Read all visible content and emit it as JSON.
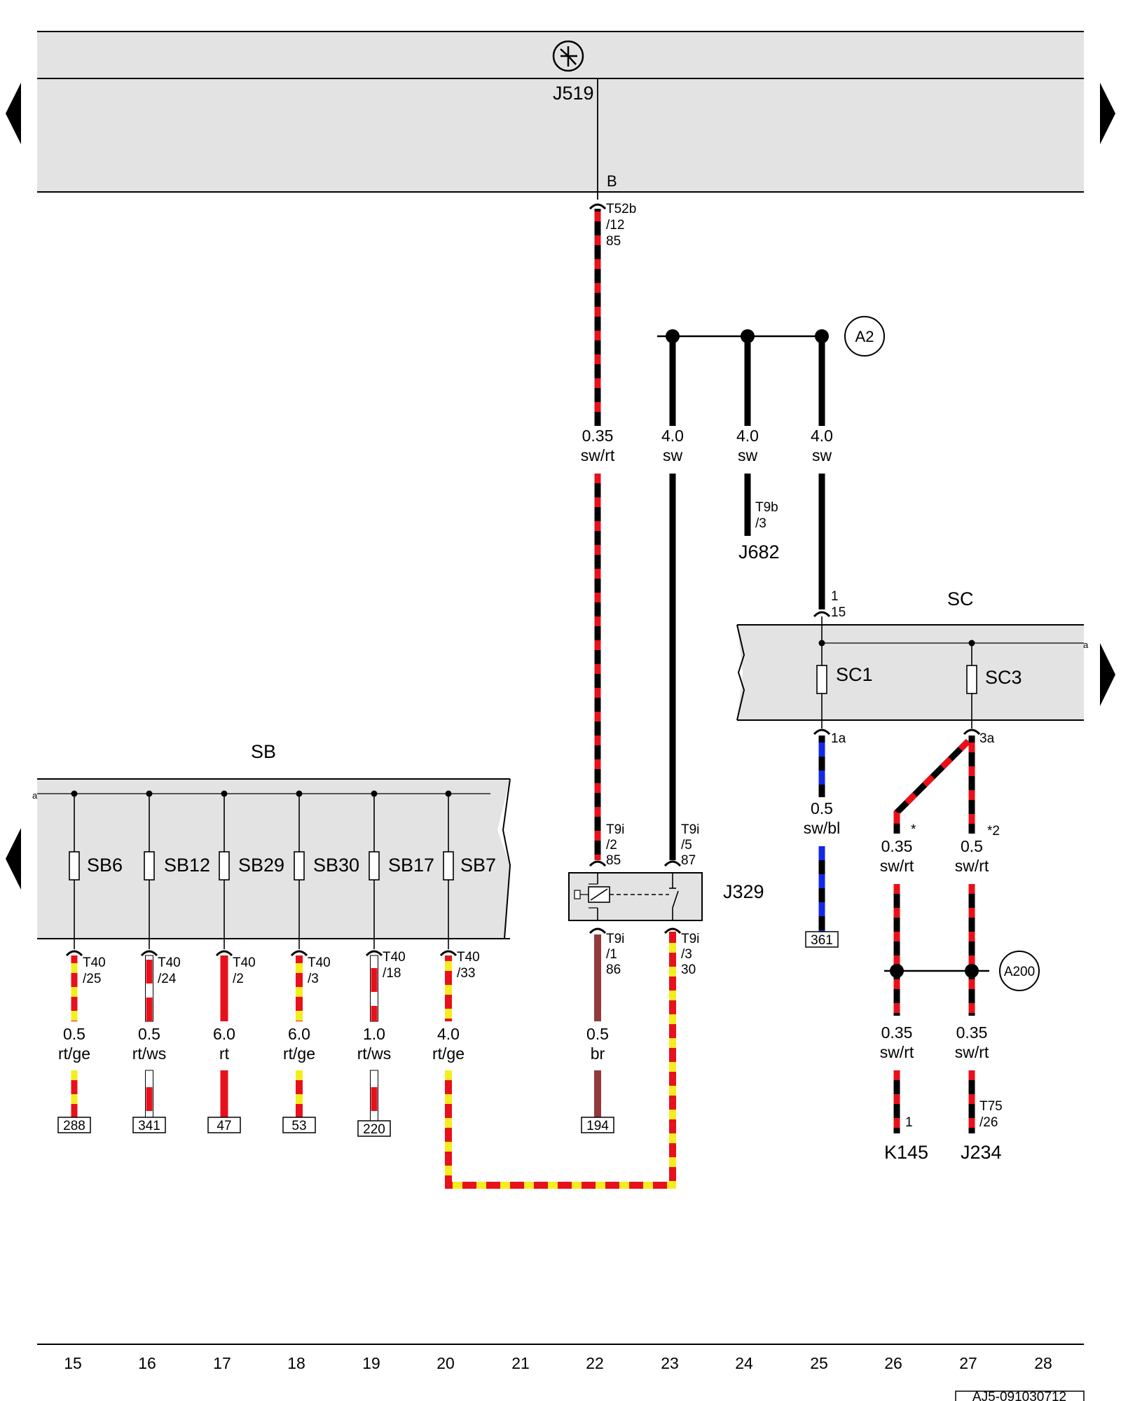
{
  "top_module": {
    "name": "J519",
    "pin": "B",
    "connector": "T52b",
    "pin_no": "/12",
    "terminal": "85"
  },
  "node_A2": "A2",
  "node_A200": "A200",
  "wires_mid": [
    {
      "size": "0.35",
      "color": "sw/rt"
    },
    {
      "size": "4.0",
      "color": "sw"
    },
    {
      "size": "4.0",
      "color": "sw"
    },
    {
      "size": "4.0",
      "color": "sw"
    }
  ],
  "J682": {
    "name": "J682",
    "connector": "T9b",
    "pin": "/3"
  },
  "SC": {
    "title": "SC",
    "pin_in_top": "1",
    "pin_in_bot": "15",
    "fuse1": "SC1",
    "fuse3": "SC3",
    "pin1": "1a",
    "pin3": "3a",
    "rail": "a"
  },
  "SC_out": {
    "w25": {
      "size": "0.5",
      "color": "sw/bl",
      "ref": "361"
    },
    "w26": {
      "size": "0.35",
      "color": "sw/rt",
      "note": "*"
    },
    "w27": {
      "size": "0.5",
      "color": "sw/rt",
      "note": "*2"
    },
    "w26b": {
      "size": "0.35",
      "color": "sw/rt",
      "dest": "K145",
      "pin": "1"
    },
    "w27b": {
      "size": "0.35",
      "color": "sw/rt",
      "dest": "J234",
      "connector": "T75",
      "pin": "/26"
    }
  },
  "SB": {
    "title": "SB",
    "rail": "a",
    "fuses": [
      {
        "name": "SB6",
        "connector": "T40",
        "pin": "/25",
        "size": "0.5",
        "color": "rt/ge",
        "ref": "288"
      },
      {
        "name": "SB12",
        "connector": "T40",
        "pin": "/24",
        "size": "0.5",
        "color": "rt/ws",
        "ref": "341"
      },
      {
        "name": "SB29",
        "connector": "T40",
        "pin": "/2",
        "size": "6.0",
        "color": "rt",
        "ref": "47"
      },
      {
        "name": "SB30",
        "connector": "T40",
        "pin": "/3",
        "size": "6.0",
        "color": "rt/ge",
        "ref": "53"
      },
      {
        "name": "SB17",
        "connector": "T40",
        "pin": "/18",
        "size": "1.0",
        "color": "rt/ws",
        "ref": "220"
      },
      {
        "name": "SB7",
        "connector": "T40",
        "pin": "/33",
        "size": "4.0",
        "color": "rt/ge",
        "ref": ""
      }
    ]
  },
  "relay": {
    "name": "J329",
    "p85": {
      "conn": "T9i",
      "pin": "/2",
      "term": "85"
    },
    "p87": {
      "conn": "T9i",
      "pin": "/5",
      "term": "87"
    },
    "p86": {
      "conn": "T9i",
      "pin": "/1",
      "term": "86"
    },
    "p30": {
      "conn": "T9i",
      "pin": "/3",
      "term": "30"
    },
    "out86": {
      "size": "0.5",
      "color": "br",
      "ref": "194"
    }
  },
  "columns": [
    "15",
    "16",
    "17",
    "18",
    "19",
    "20",
    "21",
    "22",
    "23",
    "24",
    "25",
    "26",
    "27",
    "28"
  ],
  "doc_id": "AJ5-091030712",
  "colors": {
    "red": "#e8101a",
    "yellow": "#f4ee1f",
    "blue": "#1428e6",
    "brown": "#943a3a",
    "black": "#000000",
    "panel": "#e3e3e3"
  }
}
